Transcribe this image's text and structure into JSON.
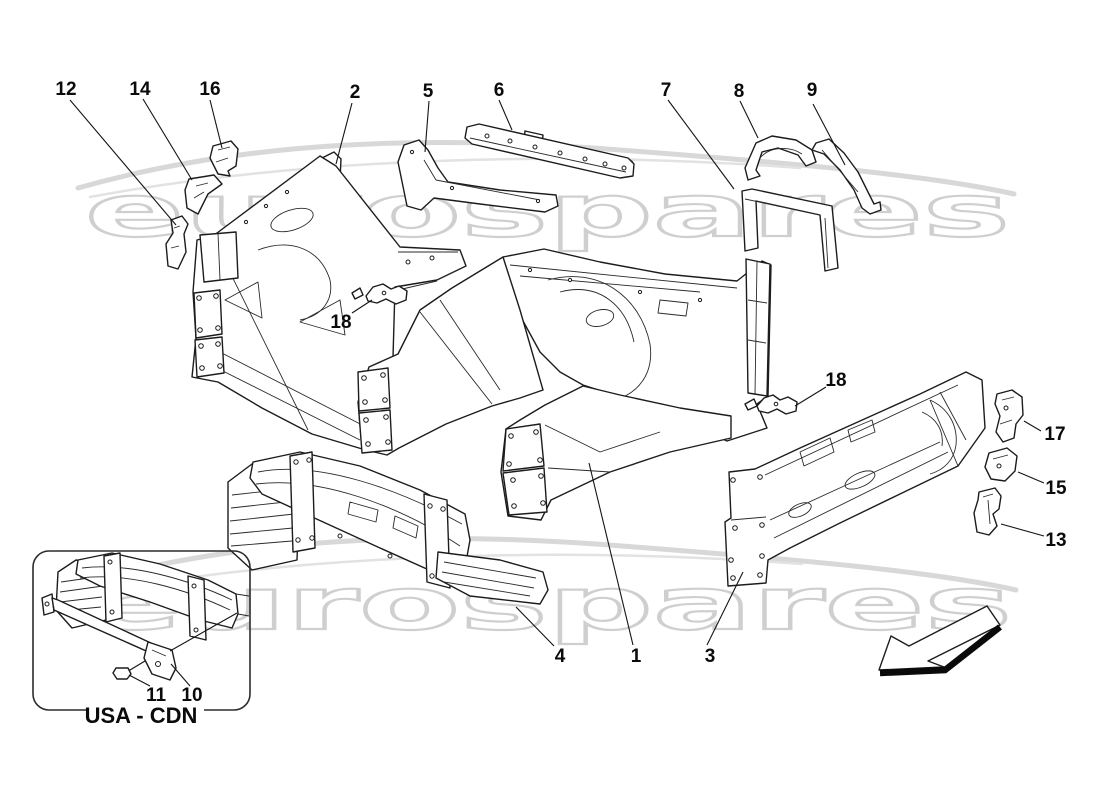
{
  "watermark": {
    "text": "eurospares"
  },
  "inset": {
    "label": "USA - CDN"
  },
  "callouts": [
    {
      "id": "12",
      "label": "12"
    },
    {
      "id": "14",
      "label": "14"
    },
    {
      "id": "16",
      "label": "16"
    },
    {
      "id": "2",
      "label": "2"
    },
    {
      "id": "5",
      "label": "5"
    },
    {
      "id": "6",
      "label": "6"
    },
    {
      "id": "7",
      "label": "7"
    },
    {
      "id": "8",
      "label": "8"
    },
    {
      "id": "9",
      "label": "9"
    },
    {
      "id": "18-left",
      "label": "18"
    },
    {
      "id": "18-right",
      "label": "18"
    },
    {
      "id": "17",
      "label": "17"
    },
    {
      "id": "15",
      "label": "15"
    },
    {
      "id": "13",
      "label": "13"
    },
    {
      "id": "4",
      "label": "4"
    },
    {
      "id": "1",
      "label": "1"
    },
    {
      "id": "3",
      "label": "3"
    },
    {
      "id": "11",
      "label": "11"
    },
    {
      "id": "10",
      "label": "10"
    }
  ]
}
